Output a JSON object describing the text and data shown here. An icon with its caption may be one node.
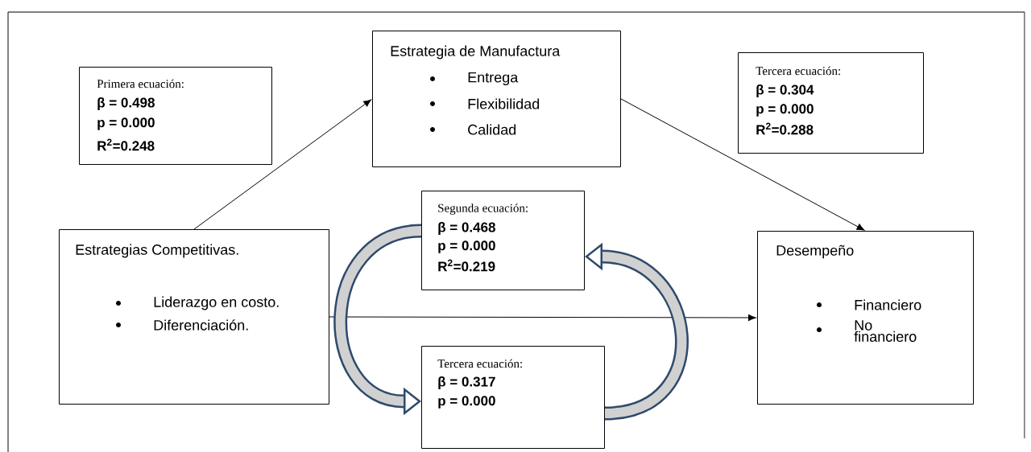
{
  "diagram": {
    "nodes": [
      {
        "text": [
          "Estrategia de Manufactura",
          "Entrega",
          "Flexibilidad",
          "Calidad"
        ]
      },
      {
        "text": [
          "Primera ecuación:",
          "β = 0.498",
          "p = 0.000",
          "R$^{2}$=0.248"
        ]
      },
      {
        "text": [
          "Tercera ecuación:",
          "β = 0.304",
          "p = 0.000",
          "R$^{2}$=0.288"
        ]
      },
      {
        "text": [
          "Estrategias Competitivas.",
          "Liderazgo en costo.",
          "Diferenciación."
        ]
      },
      {
        "text": [
          "Segunda ecuación:",
          "β = 0.468",
          "p = 0.000",
          "R$^{2}$=0.219"
        ]
      },
      {
        "text": [
          "Desempeño",
          "Financiero",
          "No financiero"
        ]
      },
      {
        "text": [
          "Tercera ecuación:",
          "β = 0.317",
          "p = 0.000"
        ]
      }
    ],
    "edges": [
      {
        "from": 3,
        "to": 0,
        "arrow": "to"
      },
      {
        "from": 0,
        "to": 5,
        "arrow": "to"
      },
      {
        "from": 3,
        "to": 5,
        "arrow": "to"
      },
      {
        "from": 4,
        "to": 6,
        "arrow": "to",
        "style": "thick",
        "color": "#2e4a6b"
      },
      {
        "from": 6,
        "to": 4,
        "arrow": "to",
        "style": "thick",
        "color": "#2e4a6b"
      }
    ]
  }
}
